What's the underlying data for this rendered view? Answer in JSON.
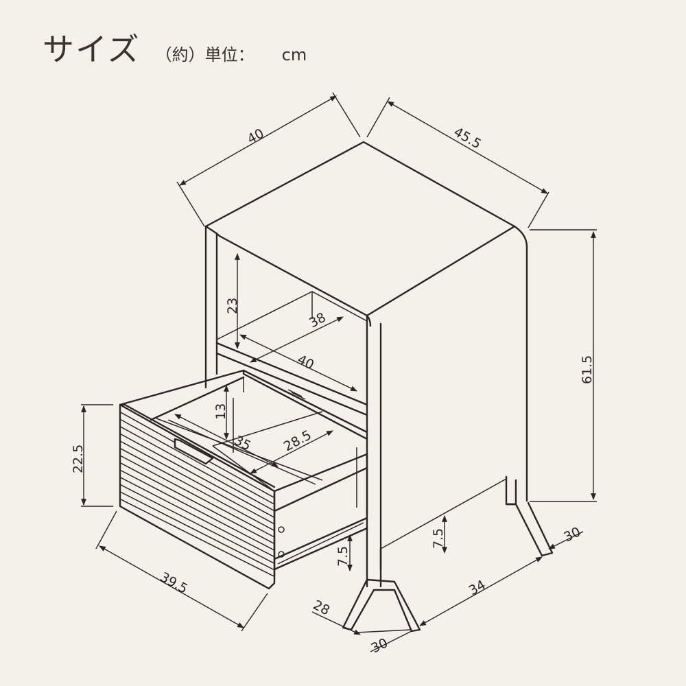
{
  "title": {
    "main": "サイズ",
    "sub": "（約）単位：",
    "unit": "cm"
  },
  "dimensions": {
    "top_width": "40",
    "top_depth": "45.5",
    "total_height": "61.5",
    "shelf_height": "23",
    "shelf_depth": "38",
    "shelf_width": "40",
    "drawer_inner_height": "13",
    "drawer_inner_depth": "35",
    "drawer_inner_width": "28.5",
    "drawer_front_height": "22.5",
    "drawer_front_width": "39.5",
    "leg_height_front": "7.5",
    "leg_height_side": "7.5",
    "leg_spread_front": "28",
    "leg_foot_front": "30",
    "leg_spread_side": "34",
    "leg_foot_side": "30"
  },
  "colors": {
    "background": "#f4f1ec",
    "line": "#2a2422"
  }
}
